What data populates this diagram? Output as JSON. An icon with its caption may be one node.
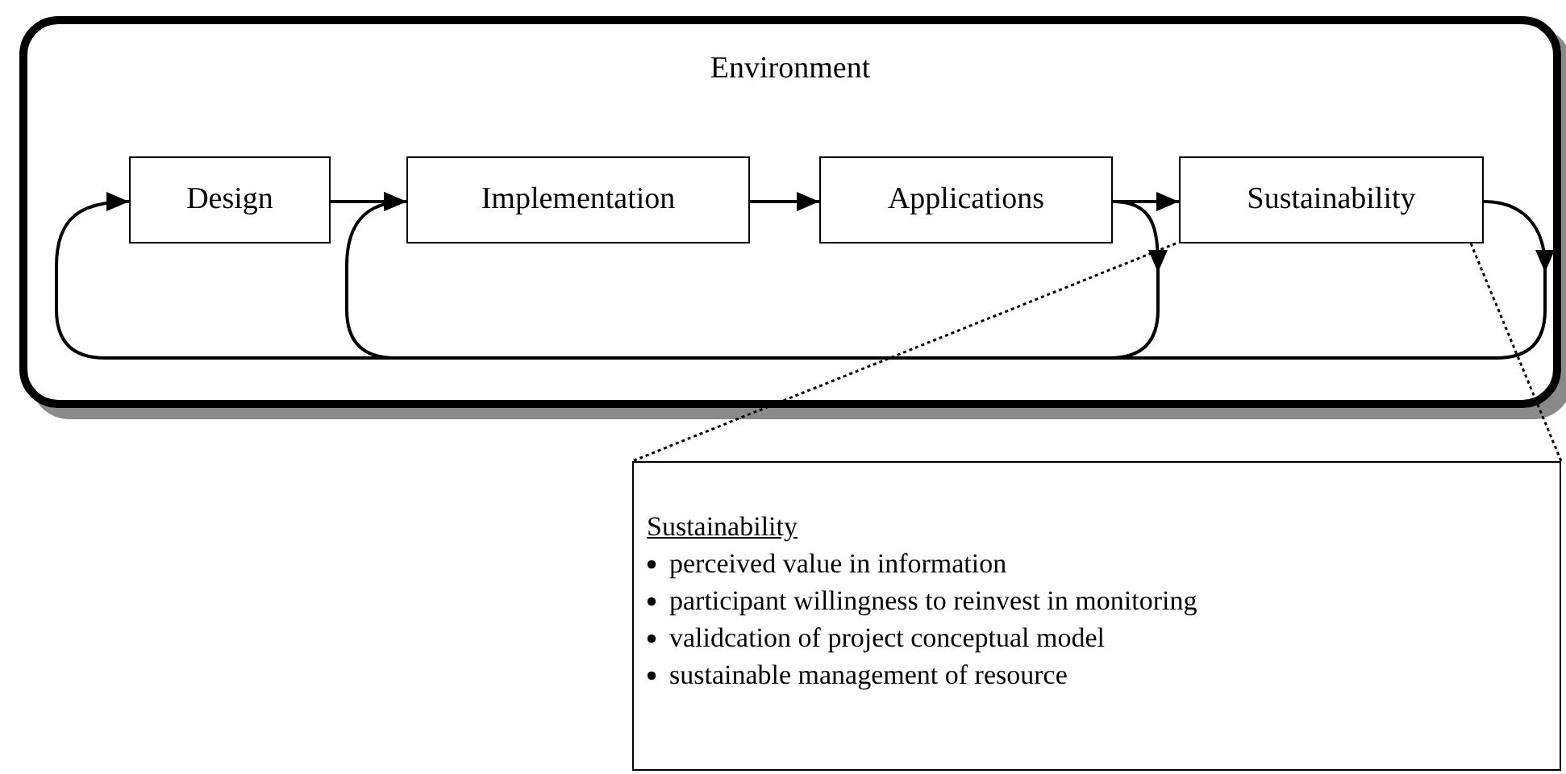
{
  "diagram": {
    "nodes": [
      {
        "text": [
          "Environment"
        ]
      },
      {
        "text": [
          "Design"
        ],
        "in": 0
      },
      {
        "text": [
          "Implementation"
        ],
        "in": 0
      },
      {
        "text": [
          "Applications"
        ],
        "in": 0
      },
      {
        "text": [
          "Sustainability"
        ],
        "in": 0
      },
      {
        "text": [
          "Sustainability",
          "perceived value in information",
          "participant willingness to reinvest in monitoring",
          "validcation of project conceptual model",
          "sustainable management of resource"
        ]
      }
    ],
    "edges": [
      {
        "from": 1,
        "to": 2,
        "arrow": "to"
      },
      {
        "from": 2,
        "to": 3,
        "arrow": "to"
      },
      {
        "from": 3,
        "to": 4,
        "arrow": "to"
      },
      {
        "from": 3,
        "to": 2,
        "arrow": "to"
      },
      {
        "from": 4,
        "to": 1,
        "arrow": "to"
      },
      {
        "from": 4,
        "to": 5,
        "arrow": "none",
        "style": "dashed"
      },
      {
        "from": 4,
        "to": 5,
        "arrow": "none",
        "style": "dashed"
      }
    ]
  }
}
